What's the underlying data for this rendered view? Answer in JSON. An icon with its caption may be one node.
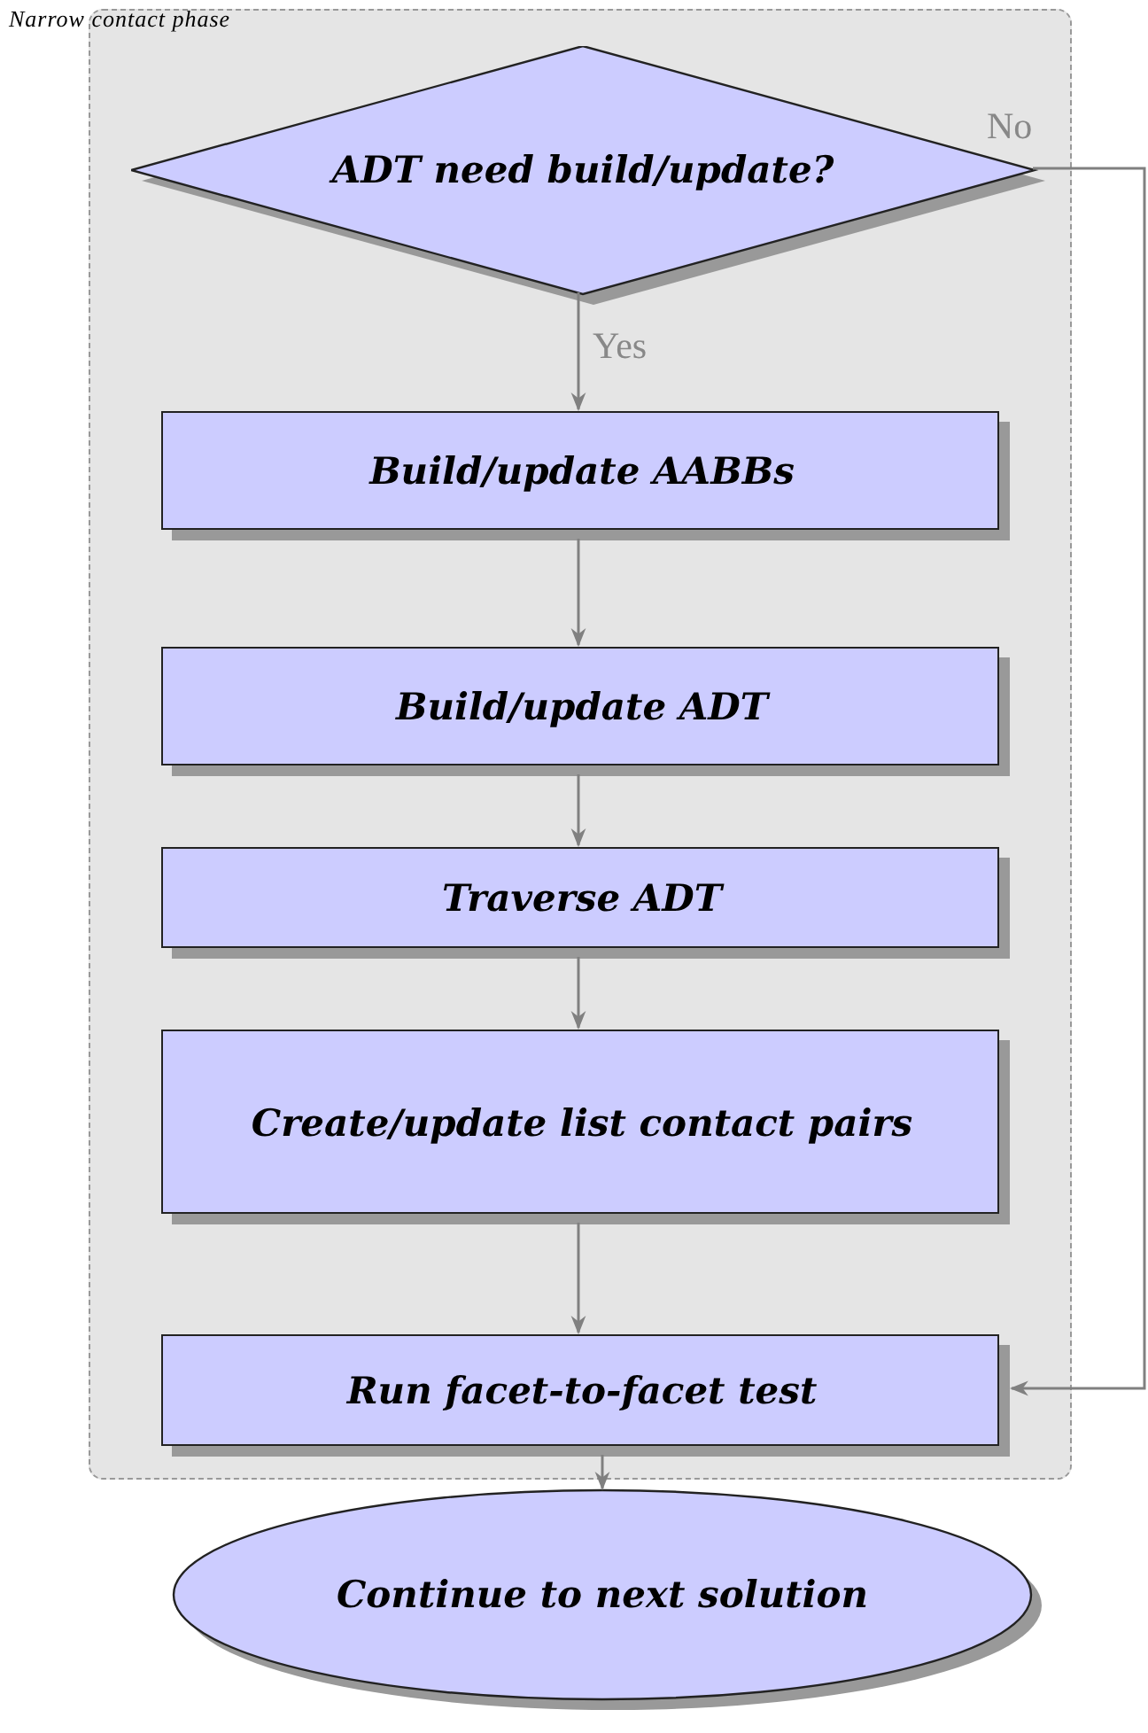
{
  "diagram": {
    "nodes": [
      {
        "text": [
          "Narrow contact phase"
        ]
      },
      {
        "text": [
          "ADT need build/update?"
        ],
        "in": 0
      },
      {
        "text": [
          "Build/update AABBs"
        ],
        "in": 0
      },
      {
        "text": [
          "Build/update ADT"
        ],
        "in": 0
      },
      {
        "text": [
          "Traverse ADT"
        ],
        "in": 0
      },
      {
        "text": [
          "Create/update list contact pairs"
        ],
        "in": 0
      },
      {
        "text": [
          "Run facet-to-facet test"
        ],
        "in": 0
      },
      {
        "text": [
          "Continue to next solution"
        ]
      }
    ],
    "edges": [
      {
        "from": 1,
        "to": 2,
        "arrow": "to",
        "label": "Yes"
      },
      {
        "from": 2,
        "to": 3,
        "arrow": "to"
      },
      {
        "from": 3,
        "to": 4,
        "arrow": "to"
      },
      {
        "from": 4,
        "to": 5,
        "arrow": "to"
      },
      {
        "from": 5,
        "to": 6,
        "arrow": "to"
      },
      {
        "from": 1,
        "to": 6,
        "arrow": "to",
        "label": "No"
      },
      {
        "from": 6,
        "to": 7,
        "arrow": "to"
      }
    ]
  }
}
